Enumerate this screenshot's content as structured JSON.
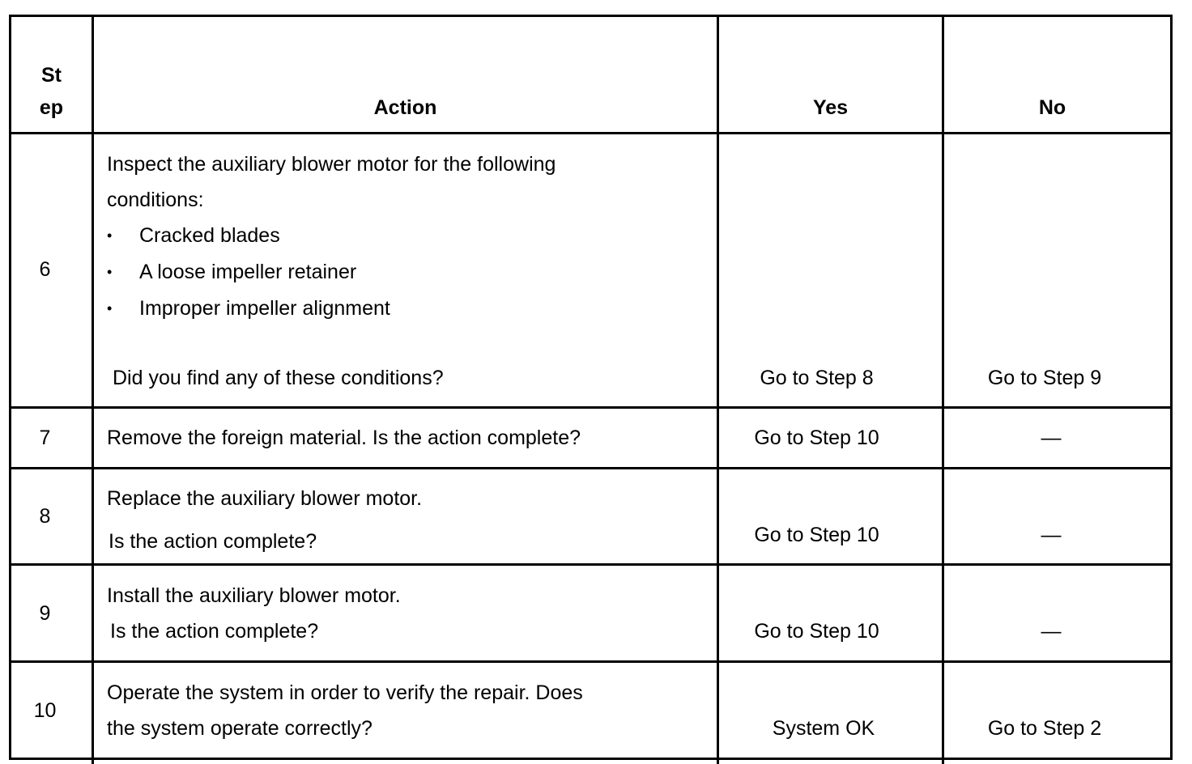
{
  "table": {
    "headers": {
      "step_line1": "St",
      "step_line2": "ep",
      "action": "Action",
      "yes": "Yes",
      "no": "No"
    },
    "rows": [
      {
        "step": "6",
        "action_line1": "Inspect the auxiliary blower motor for the following",
        "action_line2": "conditions:",
        "bullets": [
          "Cracked blades",
          "A loose impeller retainer",
          "Improper impeller alignment"
        ],
        "bullet_symbol": "•",
        "question": "Did you find any of these conditions?",
        "yes": "Go to Step 8",
        "no": "Go to Step 9"
      },
      {
        "step": "7",
        "action_line1": "Remove the foreign material. Is the action complete?",
        "yes": "Go to Step 10",
        "no": "—"
      },
      {
        "step": "8",
        "action_line1": "Replace the auxiliary blower motor.",
        "action_line2": "Is the action complete?",
        "yes": "Go to Step 10",
        "no": "—"
      },
      {
        "step": "9",
        "action_line1": "Install the auxiliary blower motor.",
        "action_line2": "Is the action complete?",
        "yes": "Go to Step 10",
        "no": "—"
      },
      {
        "step": "10",
        "action_line1": "Operate the system in order to verify the repair. Does",
        "action_line2": "the system operate correctly?",
        "yes": "System OK",
        "no": "Go to Step 2"
      }
    ]
  }
}
